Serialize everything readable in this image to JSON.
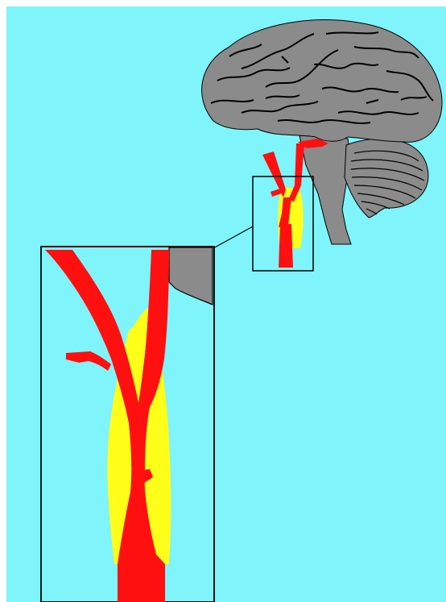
{
  "colors": {
    "background": "#7ff4fb",
    "brain": "#8b8b8b",
    "outline": "#000000",
    "artery": "#ff1010",
    "plaque": "#ffff1a"
  },
  "icons": {
    "brain": "brain-illustration",
    "cerebellum": "cerebellum-illustration",
    "brainstem": "brainstem-illustration",
    "artery": "carotid-artery-illustration",
    "plaque": "plaque-stenosis-illustration",
    "zoom": "magnified-inset"
  }
}
